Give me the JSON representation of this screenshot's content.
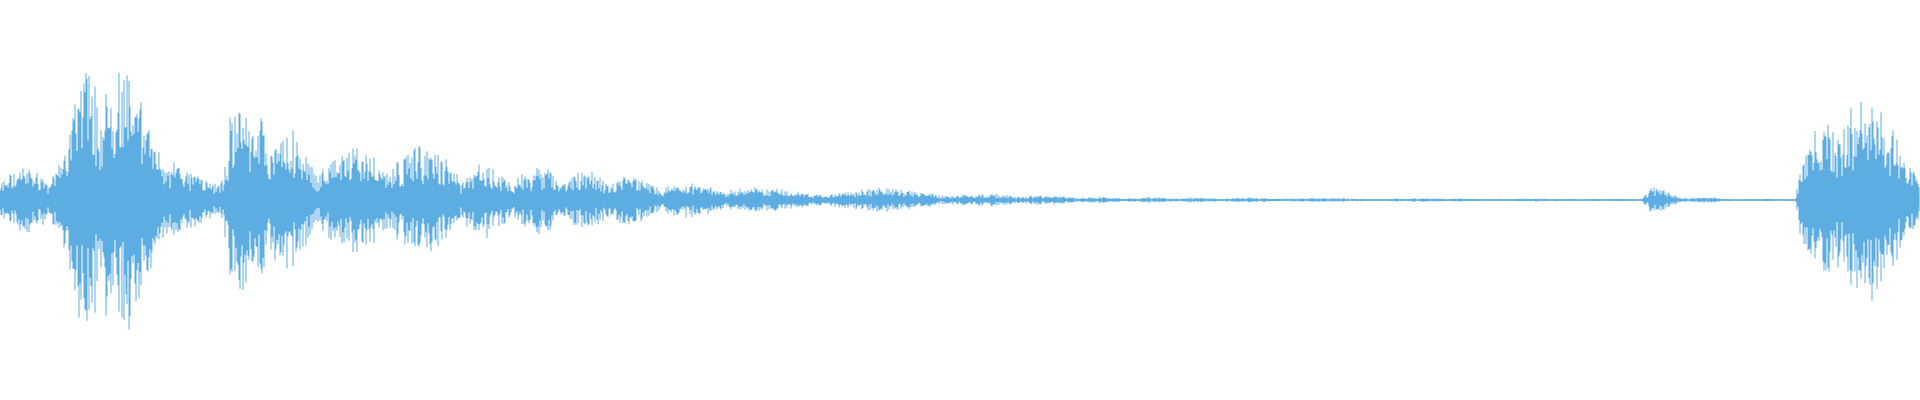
{
  "waveform": {
    "color": "#5DADE2",
    "icon": "audio-waveform-icon",
    "envelope": [
      [
        0.0,
        0.16
      ],
      [
        0.03,
        0.2
      ],
      [
        0.05,
        0.9
      ],
      [
        0.065,
        0.7
      ],
      [
        0.08,
        0.4
      ],
      [
        0.1,
        0.15
      ],
      [
        0.115,
        0.08
      ],
      [
        0.12,
        0.45
      ],
      [
        0.135,
        0.6
      ],
      [
        0.155,
        0.45
      ],
      [
        0.165,
        0.12
      ],
      [
        0.18,
        0.3
      ],
      [
        0.2,
        0.3
      ],
      [
        0.22,
        0.28
      ],
      [
        0.235,
        0.22
      ],
      [
        0.24,
        0.2
      ],
      [
        0.26,
        0.18
      ],
      [
        0.29,
        0.16
      ],
      [
        0.32,
        0.14
      ],
      [
        0.35,
        0.09
      ],
      [
        0.38,
        0.08
      ],
      [
        0.4,
        0.06
      ],
      [
        0.43,
        0.05
      ],
      [
        0.46,
        0.06
      ],
      [
        0.5,
        0.035
      ],
      [
        0.53,
        0.03
      ],
      [
        0.56,
        0.018
      ],
      [
        0.6,
        0.014
      ],
      [
        0.65,
        0.012
      ],
      [
        0.7,
        0.01
      ],
      [
        0.8,
        0.008
      ],
      [
        0.855,
        0.006
      ],
      [
        0.86,
        0.08
      ],
      [
        0.875,
        0.02
      ],
      [
        0.9,
        0.008
      ],
      [
        0.935,
        0.006
      ],
      [
        0.938,
        0.22
      ],
      [
        0.96,
        0.62
      ],
      [
        0.975,
        0.58
      ],
      [
        0.99,
        0.3
      ],
      [
        1.0,
        0.22
      ]
    ]
  }
}
